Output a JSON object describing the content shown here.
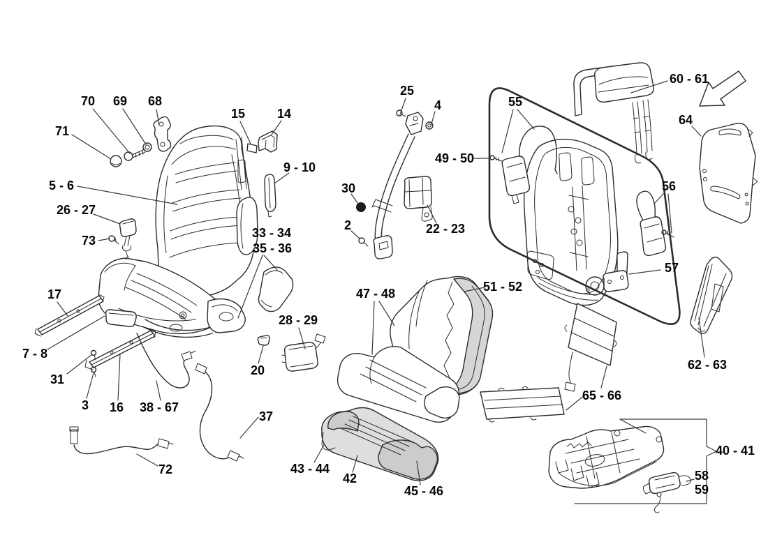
{
  "page": {
    "background_color": "#ffffff",
    "line_color": "#2b2b2b",
    "diagram_kind": "exploded parts diagram - seat assembly"
  },
  "icons": {
    "direction_arrow": "arrow-down-left"
  },
  "part_labels": {
    "p70": "70",
    "p69": "69",
    "p68": "68",
    "p71": "71",
    "p15": "15",
    "p14": "14",
    "p9_10": "9 - 10",
    "p5_6": "5 - 6",
    "p26_27": "26 - 27",
    "p73": "73",
    "p33_34": "33 - 34",
    "p35_36": "35 - 36",
    "p17": "17",
    "p7_8": "7 - 8",
    "p31": "31",
    "p3": "3",
    "p16": "16",
    "p38_67": "38 - 67",
    "p20": "20",
    "p28_29": "28 - 29",
    "p37": "37",
    "p72": "72",
    "p25": "25",
    "p4": "4",
    "p30": "30",
    "p2": "2",
    "p22_23": "22 - 23",
    "p49_50": "49 - 50",
    "p55": "55",
    "p60_61": "60 - 61",
    "p64": "64",
    "p56": "56",
    "p57": "57",
    "p47_48": "47 - 48",
    "p51_52": "51 - 52",
    "p43_44": "43 - 44",
    "p42": "42",
    "p45_46": "45 - 46",
    "p65_66": "65 - 66",
    "p62_63": "62 - 63",
    "p40_41": "40 - 41",
    "p58": "58",
    "p59": "59"
  }
}
